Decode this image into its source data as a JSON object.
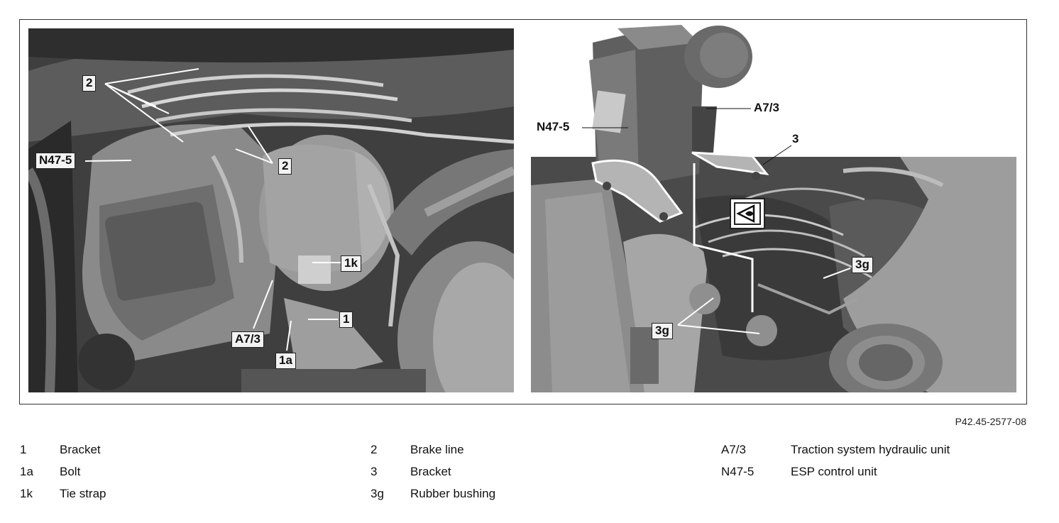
{
  "callouts_left": {
    "brake_line_top": "2",
    "brake_line_mid": "2",
    "esp_unit": "N47-5",
    "tie_strap": "1k",
    "bracket": "1",
    "hydraulic_unit": "A7/3",
    "bolt": "1a"
  },
  "callouts_right": {
    "esp_unit": "N47-5",
    "hydraulic_unit": "A7/3",
    "bracket": "3",
    "bushing_right": "3g",
    "bushing_left": "3g"
  },
  "reference_code": "P42.45-2577-08",
  "legend": {
    "col1": [
      {
        "code": "1",
        "label": "Bracket"
      },
      {
        "code": "1a",
        "label": "Bolt"
      },
      {
        "code": "1k",
        "label": "Tie strap"
      }
    ],
    "col2": [
      {
        "code": "2",
        "label": "Brake line"
      },
      {
        "code": "3",
        "label": "Bracket"
      },
      {
        "code": "3g",
        "label": "Rubber bushing"
      }
    ],
    "col3": [
      {
        "code": "A7/3",
        "label": "Traction system hydraulic unit"
      },
      {
        "code": "N47-5",
        "label": "ESP control unit"
      }
    ]
  },
  "icons": {
    "warning_symbol": "eye-triangle-warning-icon"
  }
}
